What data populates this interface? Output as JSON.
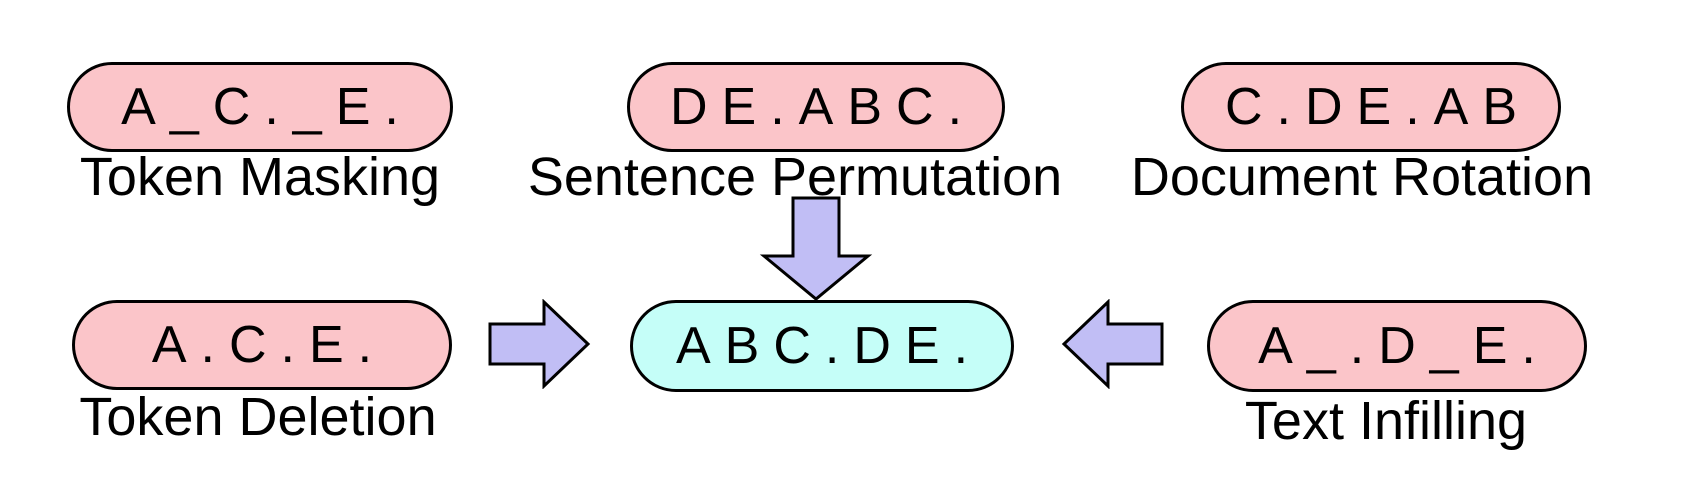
{
  "figure": {
    "description": "BART noising transformations diagram",
    "colors": {
      "background": "#ffffff",
      "corrupted_pill_fill": "#fbc5c9",
      "original_pill_fill": "#c5fef8",
      "arrow_fill": "#c1bef5",
      "outline": "#000000"
    },
    "center_node": {
      "text": "ABC.DE."
    },
    "transformations": [
      {
        "id": "token-masking",
        "text": "A_C._E.",
        "label": "Token Masking"
      },
      {
        "id": "sentence-permutation",
        "text": "DE.ABC.",
        "label": "Sentence Permutation"
      },
      {
        "id": "document-rotation",
        "text": "C.DE.AB",
        "label": "Document Rotation"
      },
      {
        "id": "token-deletion",
        "text": "A.C.E.",
        "label": "Token Deletion"
      },
      {
        "id": "text-infilling",
        "text": "A_.D_E.",
        "label": "Text Infilling"
      }
    ],
    "arrows": [
      {
        "id": "down-arrow",
        "direction": "down",
        "from": "sentence-permutation",
        "to": "center"
      },
      {
        "id": "right-arrow",
        "direction": "right",
        "from": "token-deletion",
        "to": "center"
      },
      {
        "id": "left-arrow",
        "direction": "left",
        "from": "text-infilling",
        "to": "center"
      }
    ]
  }
}
